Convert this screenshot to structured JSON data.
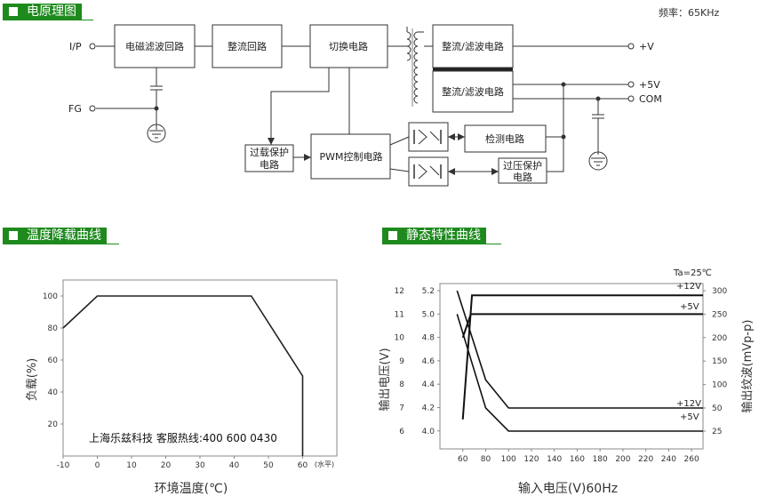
{
  "sections": {
    "schematic": "电原理图",
    "derating": "温度降载曲线",
    "static": "静态特性曲线"
  },
  "frequency": "频率：65KHz",
  "schematic": {
    "ip": "I/P",
    "fg": "FG",
    "emi": "电磁滤波回路",
    "rect1": "整流回路",
    "switch": "切换电路",
    "out1": "整流/滤波电路",
    "out2": "整流/滤波电路",
    "pwm": "PWM控制电路",
    "ovl1": "过载保护",
    "ovl2": "电路",
    "detect": "检测电路",
    "ovp1": "过压保护",
    "ovp2": "电路",
    "plus_v": "+V",
    "plus_5v": "+5V",
    "com": "COM"
  },
  "derating_chart": {
    "ylabel": "负载(%)",
    "xlabel": "环境温度(℃)",
    "x_unit_note": "(水平)",
    "y_ticks": [
      "20",
      "40",
      "60",
      "80",
      "100"
    ],
    "x_ticks": [
      "-10",
      "0",
      "10",
      "20",
      "30",
      "40",
      "50",
      "60"
    ],
    "watermark": "上海乐兹科技 客服热线:400 600 0430"
  },
  "static_chart": {
    "ta": "Ta=25℃",
    "ylabel_left": "输出电压(V)",
    "ylabel_right": "输出纹波(mVp-p)",
    "xlabel": "输入电压(V)60Hz",
    "y_left_outer": [
      "12",
      "11",
      "10",
      "9",
      "8",
      "7",
      "6"
    ],
    "y_left_inner": [
      "5.2",
      "5.0",
      "4.8",
      "4.6",
      "4.4",
      "4.2",
      "4.0"
    ],
    "y_right": [
      "300",
      "250",
      "200",
      "150",
      "100",
      "50",
      "25"
    ],
    "x_ticks": [
      "60",
      "80",
      "100",
      "120",
      "140",
      "160",
      "180",
      "200",
      "220",
      "240",
      "260"
    ],
    "labels": {
      "v12_top": "+12V",
      "v5_top": "+5V",
      "v12_bot": "+12V",
      "v5_bot": "+5V"
    }
  },
  "chart_data": [
    {
      "type": "line",
      "title": "温度降载曲线",
      "xlabel": "环境温度(℃)",
      "ylabel": "负载(%)",
      "xlim": [
        -10,
        70
      ],
      "ylim": [
        0,
        110
      ],
      "series": [
        {
          "x": [
            -10,
            0,
            45,
            60,
            60
          ],
          "y": [
            80,
            100,
            100,
            50,
            0
          ]
        }
      ]
    },
    {
      "type": "line",
      "title": "静态特性曲线",
      "xlabel": "输入电压(V)60Hz",
      "ylabel": "输出电压(V)",
      "xlim": [
        40,
        270
      ],
      "series": [
        {
          "name": "+12V",
          "x": [
            60,
            68,
            270
          ],
          "y": [
            6.5,
            11.8,
            11.8
          ]
        },
        {
          "name": "+5V",
          "x": [
            60,
            67,
            270
          ],
          "y": [
            4.8,
            5.0,
            5.0
          ]
        },
        {
          "name": "+12V",
          "x": [
            55,
            80,
            100,
            270
          ],
          "y": [
            300,
            110,
            50,
            50
          ]
        },
        {
          "name": "+5V",
          "x": [
            55,
            80,
            100,
            270
          ],
          "y": [
            250,
            50,
            25,
            25
          ]
        }
      ]
    }
  ]
}
